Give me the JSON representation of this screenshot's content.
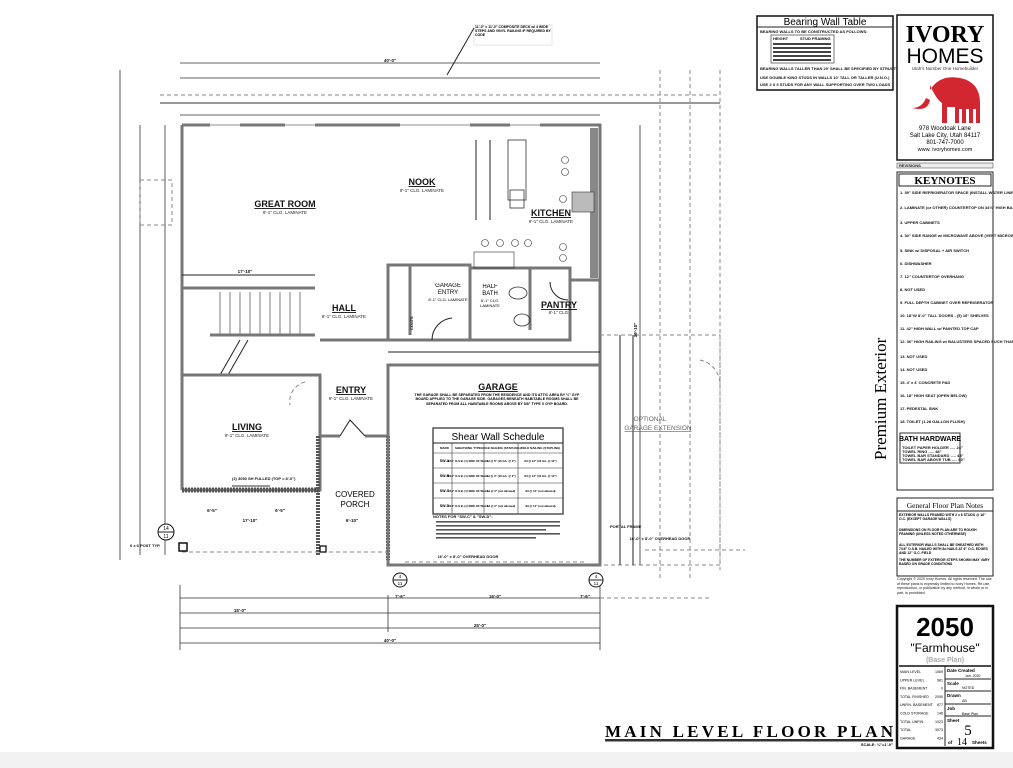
{
  "bearing_wall_table": {
    "title": "Bearing Wall Table",
    "notes": [
      "BEARING WALLS TO BE CONSTRUCTED AS FOLLOWS:",
      "BEARING WALLS TALLER THAN 20' SHALL BE SPECIFIED BY STRUCTURAL ENGINEER",
      "USE DOUBLE KING STUDS IN WALLS 10' TALL OR TALLER (U.N.O.)",
      "USE 2 X 6 STUDS FOR ANY WALL SUPPORTING OVER TWO LOADS"
    ],
    "headers": [
      "HEIGHT",
      "STUD FRAMING"
    ]
  },
  "logo": {
    "brand_line1": "IVORY",
    "brand_line2": "HOMES",
    "tagline": "Utah's Number One Homebuilder",
    "address1": "978 Woodoak Lane",
    "address2": "Salt Lake City, Utah  84117",
    "phone": "801-747-7000",
    "website": "www. ivoryhomes.com",
    "brand_color": "#d22630"
  },
  "revisions_label": "REVISIONS",
  "keynotes": {
    "title": "KEYNOTES",
    "items": [
      "1. 39\" SIDE REFRIGERATOR SPACE (INSTALL WATER LINE)",
      "2. LAMINATE (or OTHER) COUNTERTOP ON 34½\" HIGH BASE CABINET",
      "3. UPPER CABINETS",
      "4. 30\" SIDE RANGE w/ MICROWAVE ABOVE (VENT MICROWAVE TO EXTERIOR)",
      "5. SINK w/ DISPOSAL + AIR SWITCH",
      "6. DISHWASHER",
      "7. 12\" COUNTERTOP OVERHANG",
      "8. NOT USED",
      "9. FULL DEPTH CABINET OVER REFRIGERATOR",
      "10. 18\"W 8'-0\" TALL DOORS - (5) 16\" SHELVES",
      "11. 42\" HIGH WALL w/ PAINTED TOP CAP",
      "12. 36\" HIGH RAILING w/ BALUSTERS SPACED SUCH THAT A 4\" SPHERE CANNOT PASS THROUGH",
      "13. NOT USED",
      "14. NOT USED",
      "15. 4' x 4' CONCRETE PAD",
      "16. 18\" HIGH SEAT (OPEN BELOW)",
      "17. PEDESTAL SINK",
      "18. TOILET (1.28 GALLON FLUSH)"
    ]
  },
  "bath_hardware": {
    "title": "BATH HARDWARE",
    "items": [
      "TOILET PAPER HOLDER ..... 24\"",
      "TOWEL RING ..... 48\"",
      "TOWEL BAR STANDARD ..... 48\"",
      "TOWEL BAR ABOVE TUB ..... 60\""
    ]
  },
  "general_notes": {
    "title": "General Floor Plan Notes",
    "items": [
      "EXTERIOR WALLS FRAMED WITH 2 x 6 STUDS @ 16\" O.C. (EXCEPT GARAGE WALLS)",
      "DIMENSIONS ON FLOOR PLAN ARE TO ROUGH FRAMING (UNLESS NOTED OTHERWISE)",
      "ALL EXTERIOR WALLS SHALL BE SHEATHED WITH 7/16\" O.S.B. NAILED WITH 8d NAILS AT 6\" O.C. EDGES AND 12\" O.C. FIELD",
      "THE NUMBER OF EXTERIOR STEPS SHOWN MAY VARY BASED ON GRADE CONDITIONS"
    ]
  },
  "copyright": "Copyright © 2020 Ivory Homes. All rights reserved. The use of these plans is expressly limited to Ivory Homes. Re-use, reproduction, or publication by any method, in whole or in part, is prohibited.",
  "plan": {
    "number": "2050",
    "name": "\"Farmhouse\"",
    "variant": "(Base Plan)"
  },
  "areas": [
    {
      "label": "MAIN LEVEL",
      "value": "1069"
    },
    {
      "label": "UPPER LEVEL",
      "value": "981"
    },
    {
      "label": "FIN. BASEMENT",
      "value": "0"
    },
    {
      "label": "TOTAL FINISHED",
      "value": "2050"
    },
    {
      "label": "UNFIN. BASEMENT",
      "value": "877"
    },
    {
      "label": "COLD STORAGE",
      "value": "146"
    },
    {
      "label": "TOTAL UNFIN.",
      "value": "1023"
    },
    {
      "label": "TOTAL",
      "value": "3073"
    },
    {
      "label": "GARAGE",
      "value": "434"
    }
  ],
  "sheet_info": {
    "date_label": "Date Created",
    "date": "Jan. 2020",
    "scale_label": "Scale",
    "scale": "NOTED",
    "drawn_label": "Drawn",
    "drawn": "AB",
    "job_label": "Job",
    "job": "Base Plan",
    "sheet_label": "Sheet",
    "sheet": "5",
    "of_label": "of",
    "total_sheets": "14",
    "sheets_label": "Sheets"
  },
  "side_title": "Premium Exterior",
  "drawing_title": "MAIN LEVEL FLOOR PLAN",
  "drawing_scale": "SCALE: ¼\"=1'-0\"",
  "rooms": {
    "great_room": {
      "name": "GREAT ROOM",
      "sub": "9'-1\" CLG. LAMINATE"
    },
    "nook": {
      "name": "NOOK",
      "sub": "9'-1\" CLG. LAMINATE"
    },
    "kitchen": {
      "name": "KITCHEN",
      "sub": "9'-1\" CLG. LAMINATE"
    },
    "hall": {
      "name": "HALL",
      "sub": "8'-1\" CLG. LAMINATE"
    },
    "garage_entry": {
      "name": "GARAGE ENTRY",
      "sub": "8'-1\" CLG. LAMINATE"
    },
    "half_bath": {
      "name": "HALF BATH",
      "sub": "8'-1\" CLG. LAMINATE"
    },
    "pantry": {
      "name": "PANTRY",
      "sub": "8'-1\" CLG."
    },
    "entry": {
      "name": "ENTRY",
      "sub": "9'-1\" CLG. LAMINATE"
    },
    "living": {
      "name": "LIVING",
      "sub": "9'-1\" CLG. LAMINATE"
    },
    "covered_porch": {
      "name": "COVERED PORCH"
    },
    "garage": {
      "name": "GARAGE"
    },
    "garage_extension": {
      "optional": "OPTIONAL",
      "name": "GARAGE EXTENSION"
    }
  },
  "garage_note": "THE GARAGE SHALL BE SEPARATED FROM THE RESIDENCE AND ITS ATTIC AREA BY ½\" GYP BOARD APPLIED TO THE GARAGE SIDE. GARAGES BENEATH HABITABLE ROOMS SHALL BE SEPARATED FROM ALL HABITABLE ROOMS ABOVE BY 5/8\" TYPE X GYP BOARD.",
  "shear_wall_schedule": {
    "title": "Shear Wall Schedule",
    "headers": [
      "MARK",
      "SHEATHING TYPE",
      "EDGE NAILING (STAPLING)",
      "FIELD NAILING (STAPLING)"
    ],
    "rows": [
      [
        "SW-A",
        "7/16\" O.S.B. (1) SIDE OF WALL",
        "8d @ 6\" (16 GA. @ 3\")",
        "8d @ 12\" (16 GA. @ 12\")"
      ],
      [
        "SW-B",
        "7/16\" O.S.B. (1) SIDE OF WALL",
        "8d @ 4\" (16 GA. @ 2\")",
        "8d @ 12\" (16 GA. @ 12\")"
      ],
      [
        "SW-C",
        "7/16\" O.S.B. (1) SIDE OF WALL",
        "8d @ 3\" (not allowed)",
        "8d @ 12\" (not allowed)"
      ],
      [
        "SW-D",
        "7/16\" O.S.B. (1) SIDE OF WALL",
        "8d @ 2\" (not allowed)",
        "8d @ 12\" (not allowed)"
      ]
    ],
    "notes_title": "NOTES FOR \"SW-C\" & \"SW-D\":"
  },
  "labels": {
    "garage_door": "16'-0\" x 8'-0\" OVERHEAD DOOR",
    "ext_garage_door": "16'-0\" x 8'-0\" OVERHEAD DOOR",
    "coats": "COATS",
    "portal_frame": "PORTAL FRAME",
    "deck_note": "11'-0\" x 11'-0\" COMPOSITE DECK w/ 4 WIDE STEPS AND VINYL RAILING IF REQUIRED BY CODE",
    "window_note": "(2) 3050 SH FULLED (TOP = 8'-0\")",
    "post": "6 x 6 POST TYP.",
    "callout_top": "14",
    "callout_bottom": "11",
    "portal_top": "4",
    "portal_bottom": "11"
  },
  "dimensions": {
    "overall_width": "40'-0\"",
    "bottom_left": "15'-0\"",
    "bottom_right": "25'-0\"",
    "porch_left": "17'-10\"",
    "porch_right": "6'-10\"",
    "living_a": "6'-5\"",
    "living_b": "6'-5\"",
    "great_room_wall": "17'-10\"",
    "depth_right": "39'-10\"",
    "garage_a": "7'-6\"",
    "garage_b": "16'-0\"",
    "garage_c": "7'-6\""
  }
}
